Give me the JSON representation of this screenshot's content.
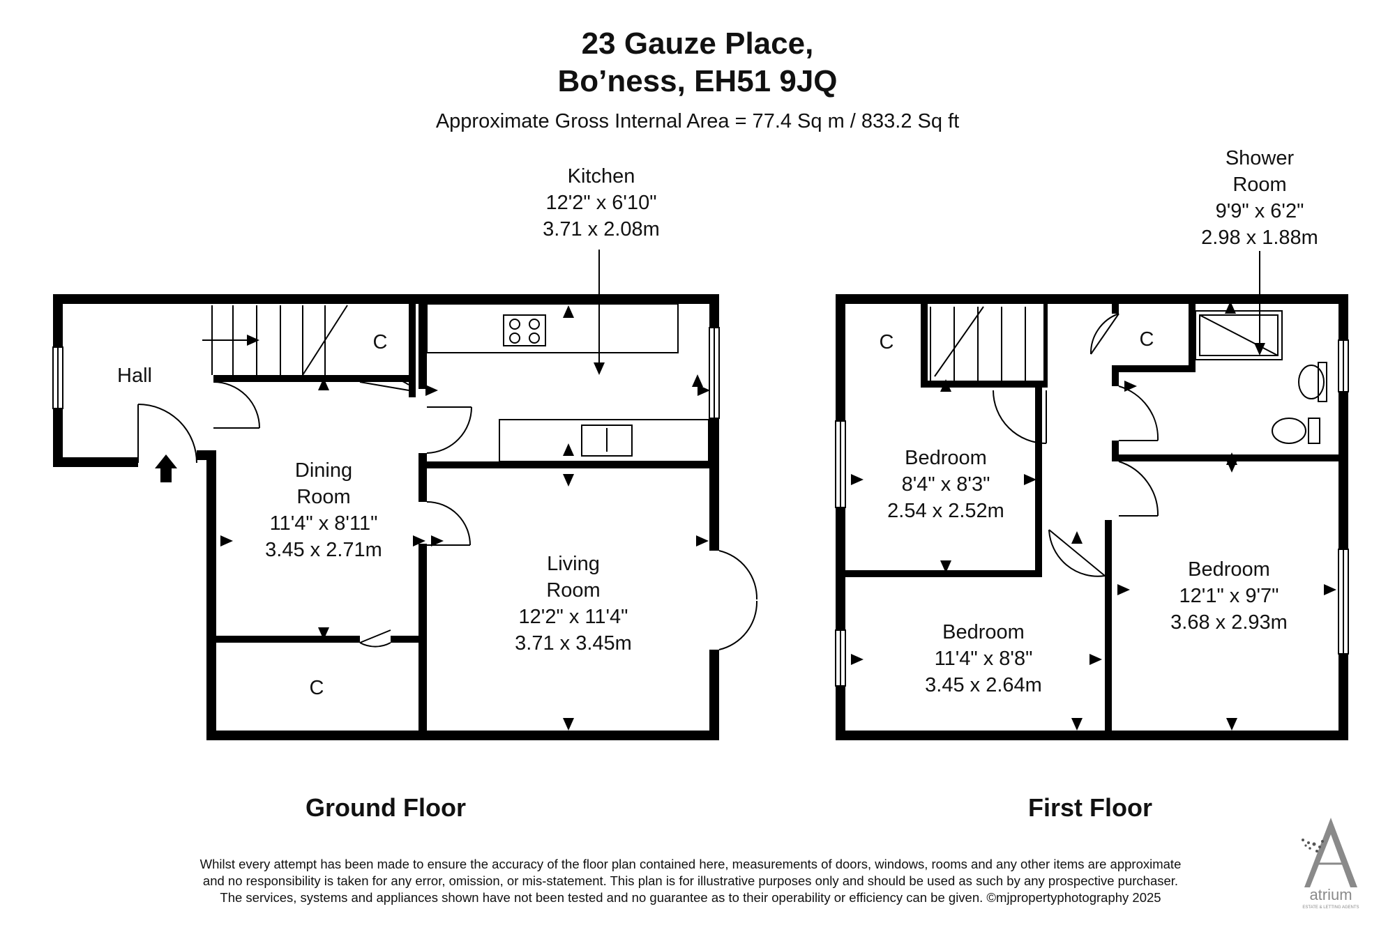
{
  "header": {
    "address_line1": "23 Gauze Place,",
    "address_line2": "Bo’ness, EH51 9JQ",
    "area": "Approximate Gross Internal Area = 77.4 Sq m / 833.2 Sq ft"
  },
  "ground_floor": {
    "label": "Ground Floor",
    "rooms": {
      "hall": {
        "name": "Hall"
      },
      "kitchen": {
        "name": "Kitchen",
        "imperial": "12'2\" x 6'10\"",
        "metric": "3.71 x 2.08m"
      },
      "dining": {
        "name1": "Dining",
        "name2": "Room",
        "imperial": "11'4\" x 8'11\"",
        "metric": "3.45 x 2.71m"
      },
      "living": {
        "name1": "Living",
        "name2": "Room",
        "imperial": "12'2\" x 11'4\"",
        "metric": "3.71 x 3.45m"
      },
      "cupboard_top": {
        "name": "C"
      },
      "cupboard_bottom": {
        "name": "C"
      }
    }
  },
  "first_floor": {
    "label": "First Floor",
    "rooms": {
      "shower": {
        "name1": "Shower",
        "name2": "Room",
        "imperial": "9'9\" x 6'2\"",
        "metric": "2.98 x 1.88m"
      },
      "bedroom_small": {
        "name": "Bedroom",
        "imperial": "8'4\" x 8'3\"",
        "metric": "2.54 x 2.52m"
      },
      "bedroom_bottom": {
        "name": "Bedroom",
        "imperial": "11'4\" x 8'8\"",
        "metric": "3.45 x 2.64m"
      },
      "bedroom_right": {
        "name": "Bedroom",
        "imperial": "12'1\" x 9'7\"",
        "metric": "3.68 x 2.93m"
      },
      "cupboard_left": {
        "name": "C"
      },
      "cupboard_right": {
        "name": "C"
      }
    }
  },
  "disclaimer": {
    "line1": "Whilst every attempt has been made to ensure the accuracy of the floor plan contained here, measurements of doors, windows, rooms and any other items are approximate",
    "line2": "and no responsibility is taken for any error, omission, or mis-statement. This plan is for illustrative purposes only and should be used as such by any prospective purchaser.",
    "line3": "The services, systems and appliances shown have not been tested and no guarantee as to their operability or efficiency can be given. ©mjpropertyphotography 2025"
  },
  "logo": {
    "text": "atrium",
    "subtext": "ESTATE & LETTING AGENTS",
    "icon": "atrium-a-logo"
  },
  "colors": {
    "wall": "#000000",
    "background": "#ffffff",
    "logo": "#8a8a8a"
  }
}
